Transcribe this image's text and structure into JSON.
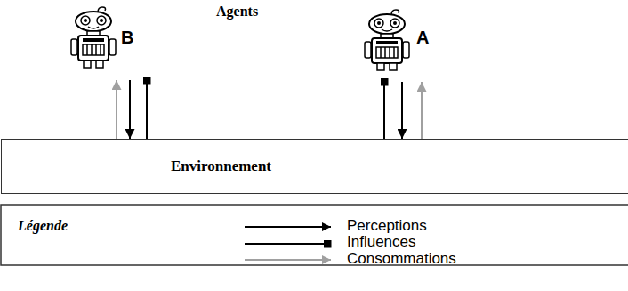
{
  "diagram": {
    "title": "Agents",
    "nodes": [
      {
        "text": [
          "B"
        ]
      },
      {
        "text": [
          "A"
        ]
      },
      {
        "text": [
          "Environnement"
        ]
      }
    ],
    "edges": [
      {
        "from": 2,
        "to": 0,
        "arrow": "to"
      },
      {
        "from": 0,
        "to": 2,
        "arrow": "to"
      },
      {
        "from": 2,
        "to": 0,
        "arrow": "to"
      },
      {
        "from": 2,
        "to": 1,
        "arrow": "to"
      },
      {
        "from": 1,
        "to": 2,
        "arrow": "to"
      },
      {
        "from": 2,
        "to": 1,
        "arrow": "to"
      }
    ],
    "labels": [
      "Légende"
    ],
    "legend": [
      {
        "text": "Perceptions"
      },
      {
        "text": "Influences"
      },
      {
        "text": "Consommations"
      }
    ]
  }
}
